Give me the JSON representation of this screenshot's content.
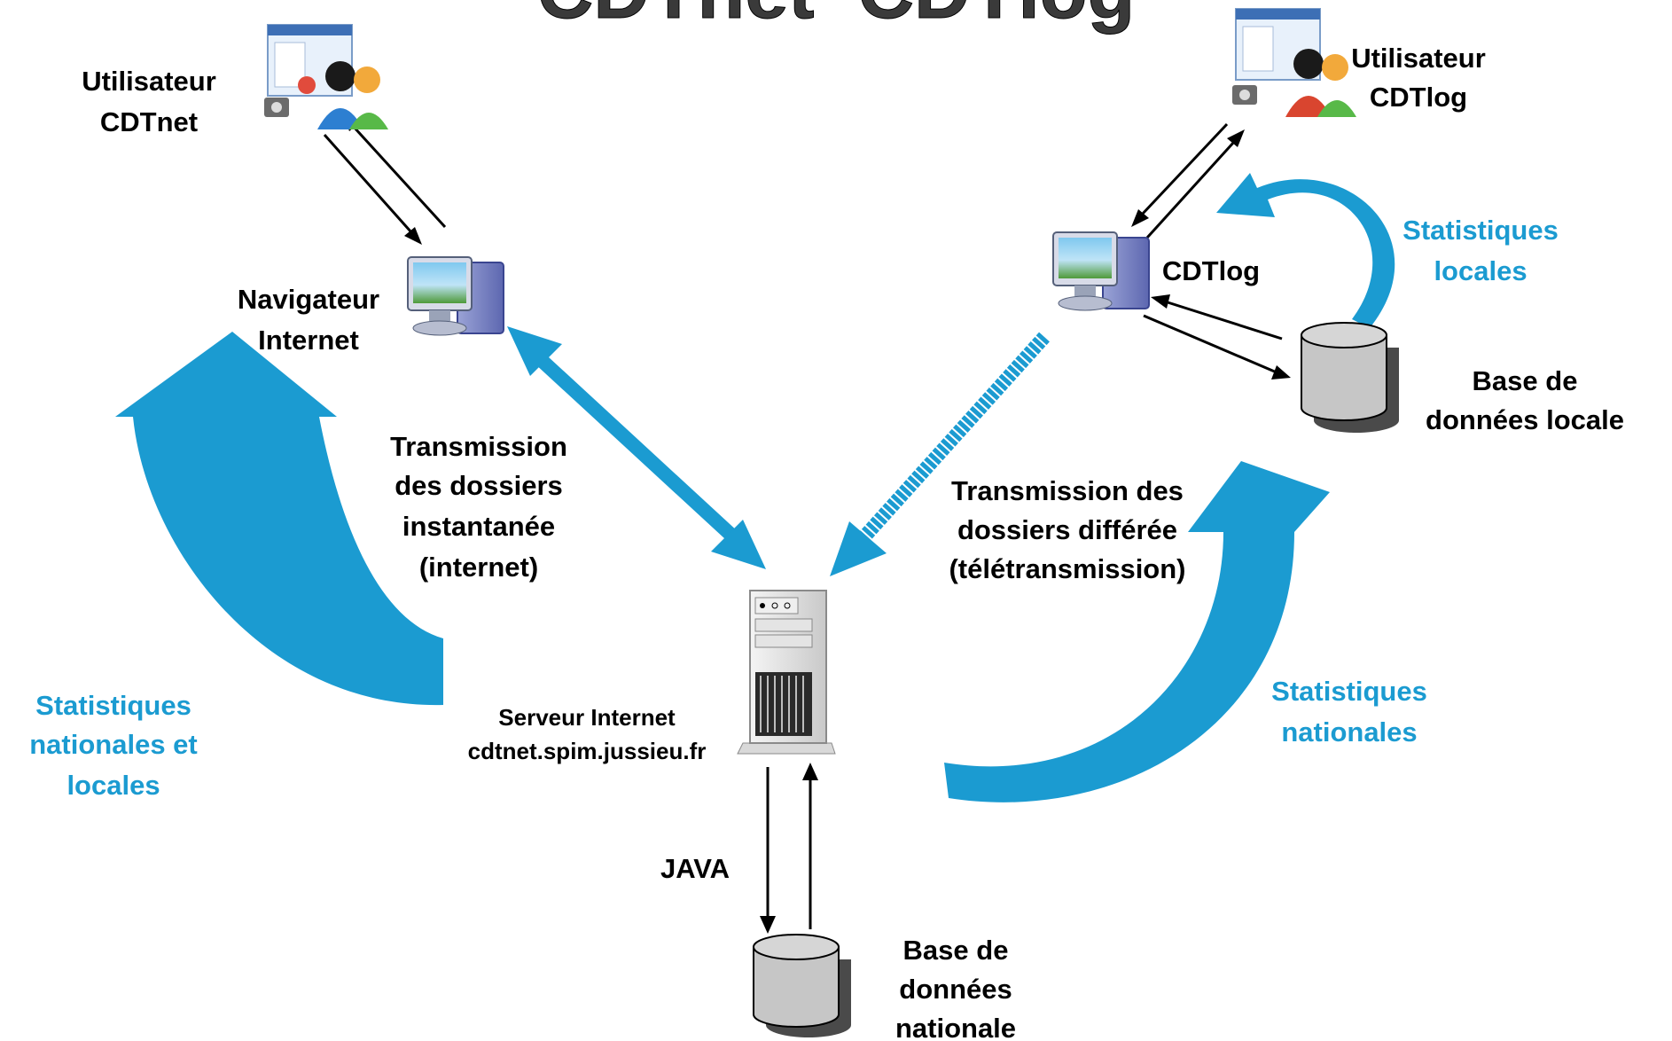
{
  "title": "CDTnet  CDTlog",
  "colors": {
    "accent_blue": "#1b9bd1",
    "label_blue": "#1b9bd1",
    "text": "#000000",
    "database_body": "#c6c6c6",
    "database_shadow": "#4a4a4a"
  },
  "nodes": {
    "user_cdtnet": {
      "icon": "users-icon",
      "line1": "Utilisateur",
      "line2": "CDTnet"
    },
    "user_cdtlog": {
      "icon": "users-icon",
      "line1": "Utilisateur",
      "line2": "CDTlog"
    },
    "browser": {
      "icon": "computer-icon",
      "line1": "Navigateur",
      "line2": "Internet"
    },
    "cdtlog": {
      "icon": "computer-icon",
      "label": "CDTlog"
    },
    "server": {
      "icon": "server-tower-icon",
      "line1": "Serveur Internet",
      "line2": "cdtnet.spim.jussieu.fr"
    },
    "db_local": {
      "icon": "database-icon",
      "line1": "Base de",
      "line2": "données locale"
    },
    "db_national": {
      "icon": "database-icon",
      "line1": "Base de",
      "line2": "données",
      "line3": "nationale"
    }
  },
  "edges": {
    "instant": {
      "line1": "Transmission",
      "line2": "des dossiers",
      "line3": "instantanée",
      "line4": "(internet)"
    },
    "deferred": {
      "line1": "Transmission des",
      "line2": "dossiers différée",
      "line3": "(télétransmission)"
    },
    "java": {
      "label": "JAVA"
    }
  },
  "feedback": {
    "national_local": {
      "line1": "Statistiques",
      "line2": "nationales et",
      "line3": "locales"
    },
    "national": {
      "line1": "Statistiques",
      "line2": "nationales"
    },
    "local": {
      "line1": "Statistiques",
      "line2": "locales"
    }
  }
}
